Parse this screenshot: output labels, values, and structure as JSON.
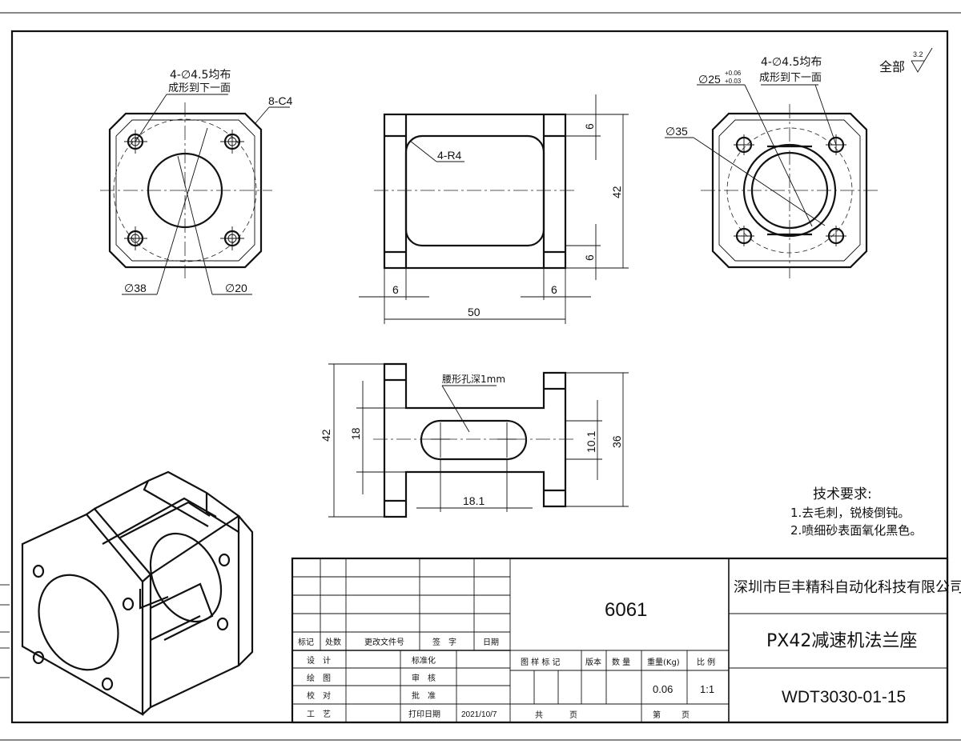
{
  "notes": {
    "holes_left": "4-∅4.5均布",
    "holes_left_2": "成形到下一面",
    "chamfer": "8-C4",
    "d38": "∅38",
    "d20": "∅20",
    "r4": "4-R4",
    "dim_6_top": "6",
    "dim_6_bottom": "6",
    "dim_42_front": "42",
    "dim_6_left": "6",
    "dim_6_right": "6",
    "dim_50": "50",
    "holes_right": "4-∅4.5均布",
    "holes_right_2": "成形到下一面",
    "d25": "∅25",
    "d25_tol_up": "+0.06",
    "d25_tol_down": "+0.03",
    "d35": "∅35",
    "surface_all": "全部",
    "surface_value": "3.2",
    "slot_depth": "腰形孔深1mm",
    "dim_42_side": "42",
    "dim_18": "18",
    "dim_101": "10.1",
    "dim_36": "36",
    "dim_181": "18.1"
  },
  "tech_req": {
    "title": "技术要求:",
    "line1": "1.去毛刺，锐棱倒钝。",
    "line2": "2.喷细砂表面氧化黑色。"
  },
  "title_block": {
    "material": "6061",
    "company": "深圳市巨丰精科自动化科技有限公司",
    "part_name": "PX42减速机法兰座",
    "drawing_no": "WDT3030-01-15",
    "hdr_mark": "标记",
    "hdr_count": "处数",
    "hdr_doc": "更改文件号",
    "hdr_sign": "签　字",
    "hdr_date": "日期",
    "r_design": "设　计",
    "r_draw": "绘　图",
    "r_check": "校　对",
    "r_process": "工　艺",
    "r_std": "标准化",
    "r_review": "审　核",
    "r_approve": "批　准",
    "r_print": "打印日期",
    "print_date": "2021/10/7",
    "h_stage": "图 样 标 记",
    "h_version": "版本",
    "h_qty": "数 量",
    "h_weight": "重量(Kg)",
    "h_scale": "比 例",
    "weight": "0.06",
    "scale": "1:1",
    "total": "共",
    "page": "页",
    "sheet": "第",
    "page2": "页"
  }
}
